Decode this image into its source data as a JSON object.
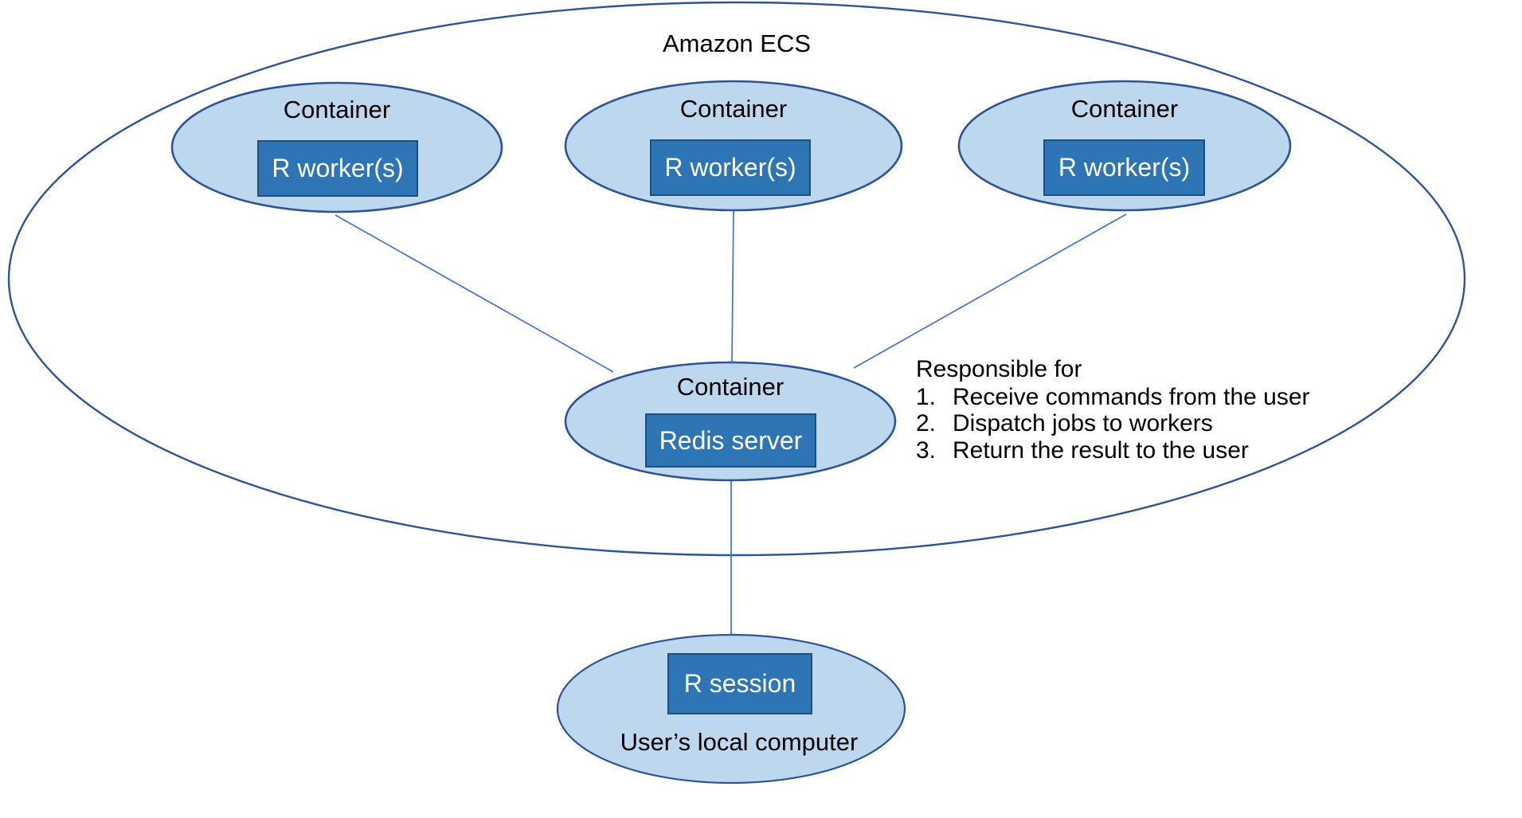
{
  "diagram": {
    "title": "Amazon ECS",
    "colors": {
      "outer_ellipse_stroke": "#2E5496",
      "outer_ellipse_fill": "#FFFFFF",
      "container_ellipse_fill": "#BDD7EE",
      "container_ellipse_stroke": "#2E5496",
      "node_box_fill": "#2E75B6",
      "node_box_stroke": "#1F4E79",
      "node_box_text": "#FFFFFF",
      "connector_line": "#4472C4",
      "label_text": "#000000"
    },
    "worker_containers": [
      {
        "label": "Container",
        "node": "R worker(s)"
      },
      {
        "label": "Container",
        "node": "R worker(s)"
      },
      {
        "label": "Container",
        "node": "R worker(s)"
      }
    ],
    "redis_container": {
      "label": "Container",
      "node": "Redis server"
    },
    "local_computer": {
      "node": "R session",
      "label": "User’s local computer"
    },
    "callout": {
      "title": "Responsible for",
      "items": [
        {
          "num": "1.",
          "text": "Receive commands from the user"
        },
        {
          "num": "2.",
          "text": "Dispatch jobs to workers"
        },
        {
          "num": "3.",
          "text": "Return the result to the user"
        }
      ]
    }
  }
}
